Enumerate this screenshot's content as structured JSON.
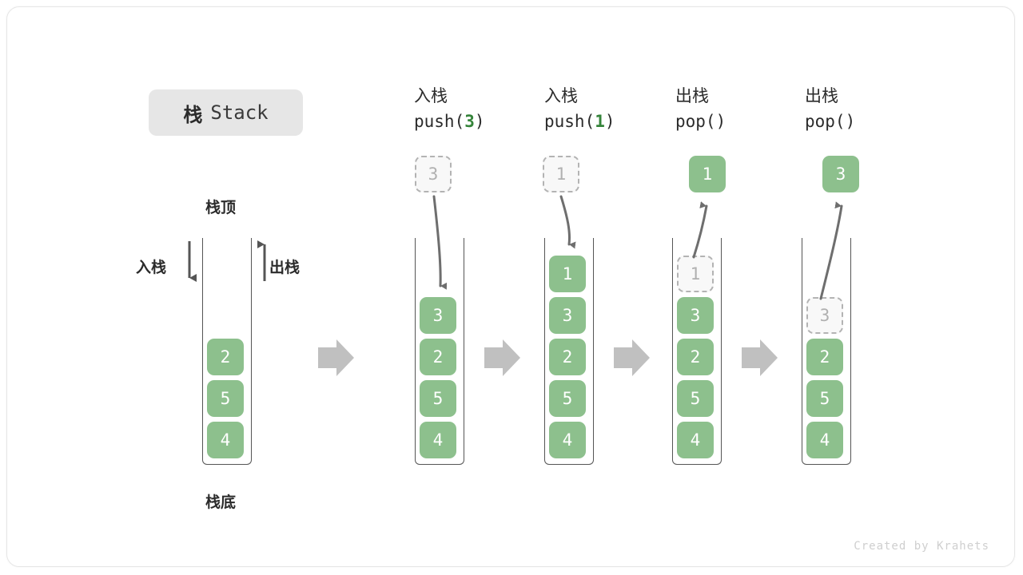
{
  "title": {
    "cn": "栈",
    "en": "Stack"
  },
  "labels": {
    "top": "栈顶",
    "bottom": "栈底",
    "push": "入栈",
    "pop": "出栈"
  },
  "footer": "Created by Krahets",
  "colors": {
    "cell_fill": "#8dc08d",
    "cell_text": "#ffffff",
    "ghost_fill": "#f8f8f8",
    "ghost_border": "#b3b3b3",
    "ghost_text": "#b0b0b0",
    "accent_green": "#35843a",
    "badge_bg": "#e6e6e6",
    "arrow_gray": "#c0c0c0",
    "line_gray": "#6e6e6e",
    "frame_border": "#e6e6e6"
  },
  "columns": [
    {
      "id": "initial",
      "header_cn": "",
      "header_fn": "",
      "header_arg": "",
      "ghost_above": null,
      "popped": null,
      "cells": [
        "2",
        "5",
        "4"
      ]
    },
    {
      "id": "push-3",
      "header_cn": "入栈",
      "header_fn_prefix": "push(",
      "header_arg": "3",
      "header_fn_suffix": ")",
      "ghost_above": "3",
      "popped": null,
      "cells": [
        "3",
        "2",
        "5",
        "4"
      ]
    },
    {
      "id": "push-1",
      "header_cn": "入栈",
      "header_fn_prefix": "push(",
      "header_arg": "1",
      "header_fn_suffix": ")",
      "ghost_above": "1",
      "popped": null,
      "cells": [
        "1",
        "3",
        "2",
        "5",
        "4"
      ]
    },
    {
      "id": "pop-1",
      "header_cn": "出栈",
      "header_fn_prefix": "pop(",
      "header_arg": "",
      "header_fn_suffix": ")",
      "ghost_above": null,
      "popped": "1",
      "ghost_in_stack": "1",
      "cells": [
        "3",
        "2",
        "5",
        "4"
      ]
    },
    {
      "id": "pop-3",
      "header_cn": "出栈",
      "header_fn_prefix": "pop(",
      "header_arg": "",
      "header_fn_suffix": ")",
      "ghost_above": null,
      "popped": "3",
      "ghost_in_stack": "3",
      "cells": [
        "2",
        "5",
        "4"
      ]
    }
  ]
}
